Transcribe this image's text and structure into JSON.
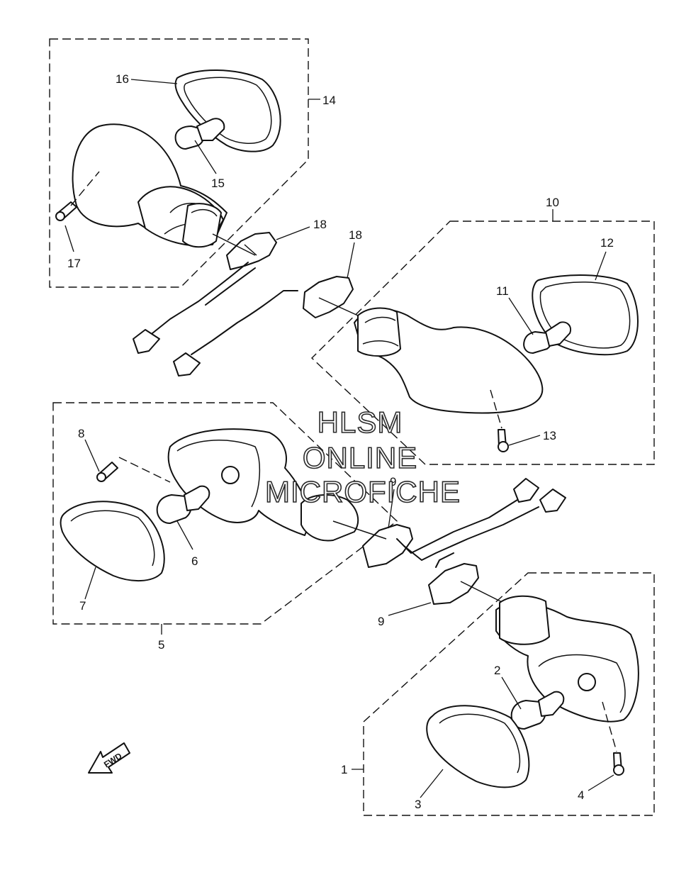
{
  "watermark": {
    "line1": "HLSM",
    "line2": "ONLINE",
    "line3": "MICROFICHE"
  },
  "direction_label": "FWD",
  "callouts": {
    "c1": "1",
    "c2": "2",
    "c3": "3",
    "c4": "4",
    "c5": "5",
    "c6": "6",
    "c7": "7",
    "c8": "8",
    "c9a": "9",
    "c9b": "9",
    "c10": "10",
    "c11": "11",
    "c12": "12",
    "c13": "13",
    "c14": "14",
    "c15": "15",
    "c16": "16",
    "c17": "17",
    "c18a": "18",
    "c18b": "18"
  }
}
